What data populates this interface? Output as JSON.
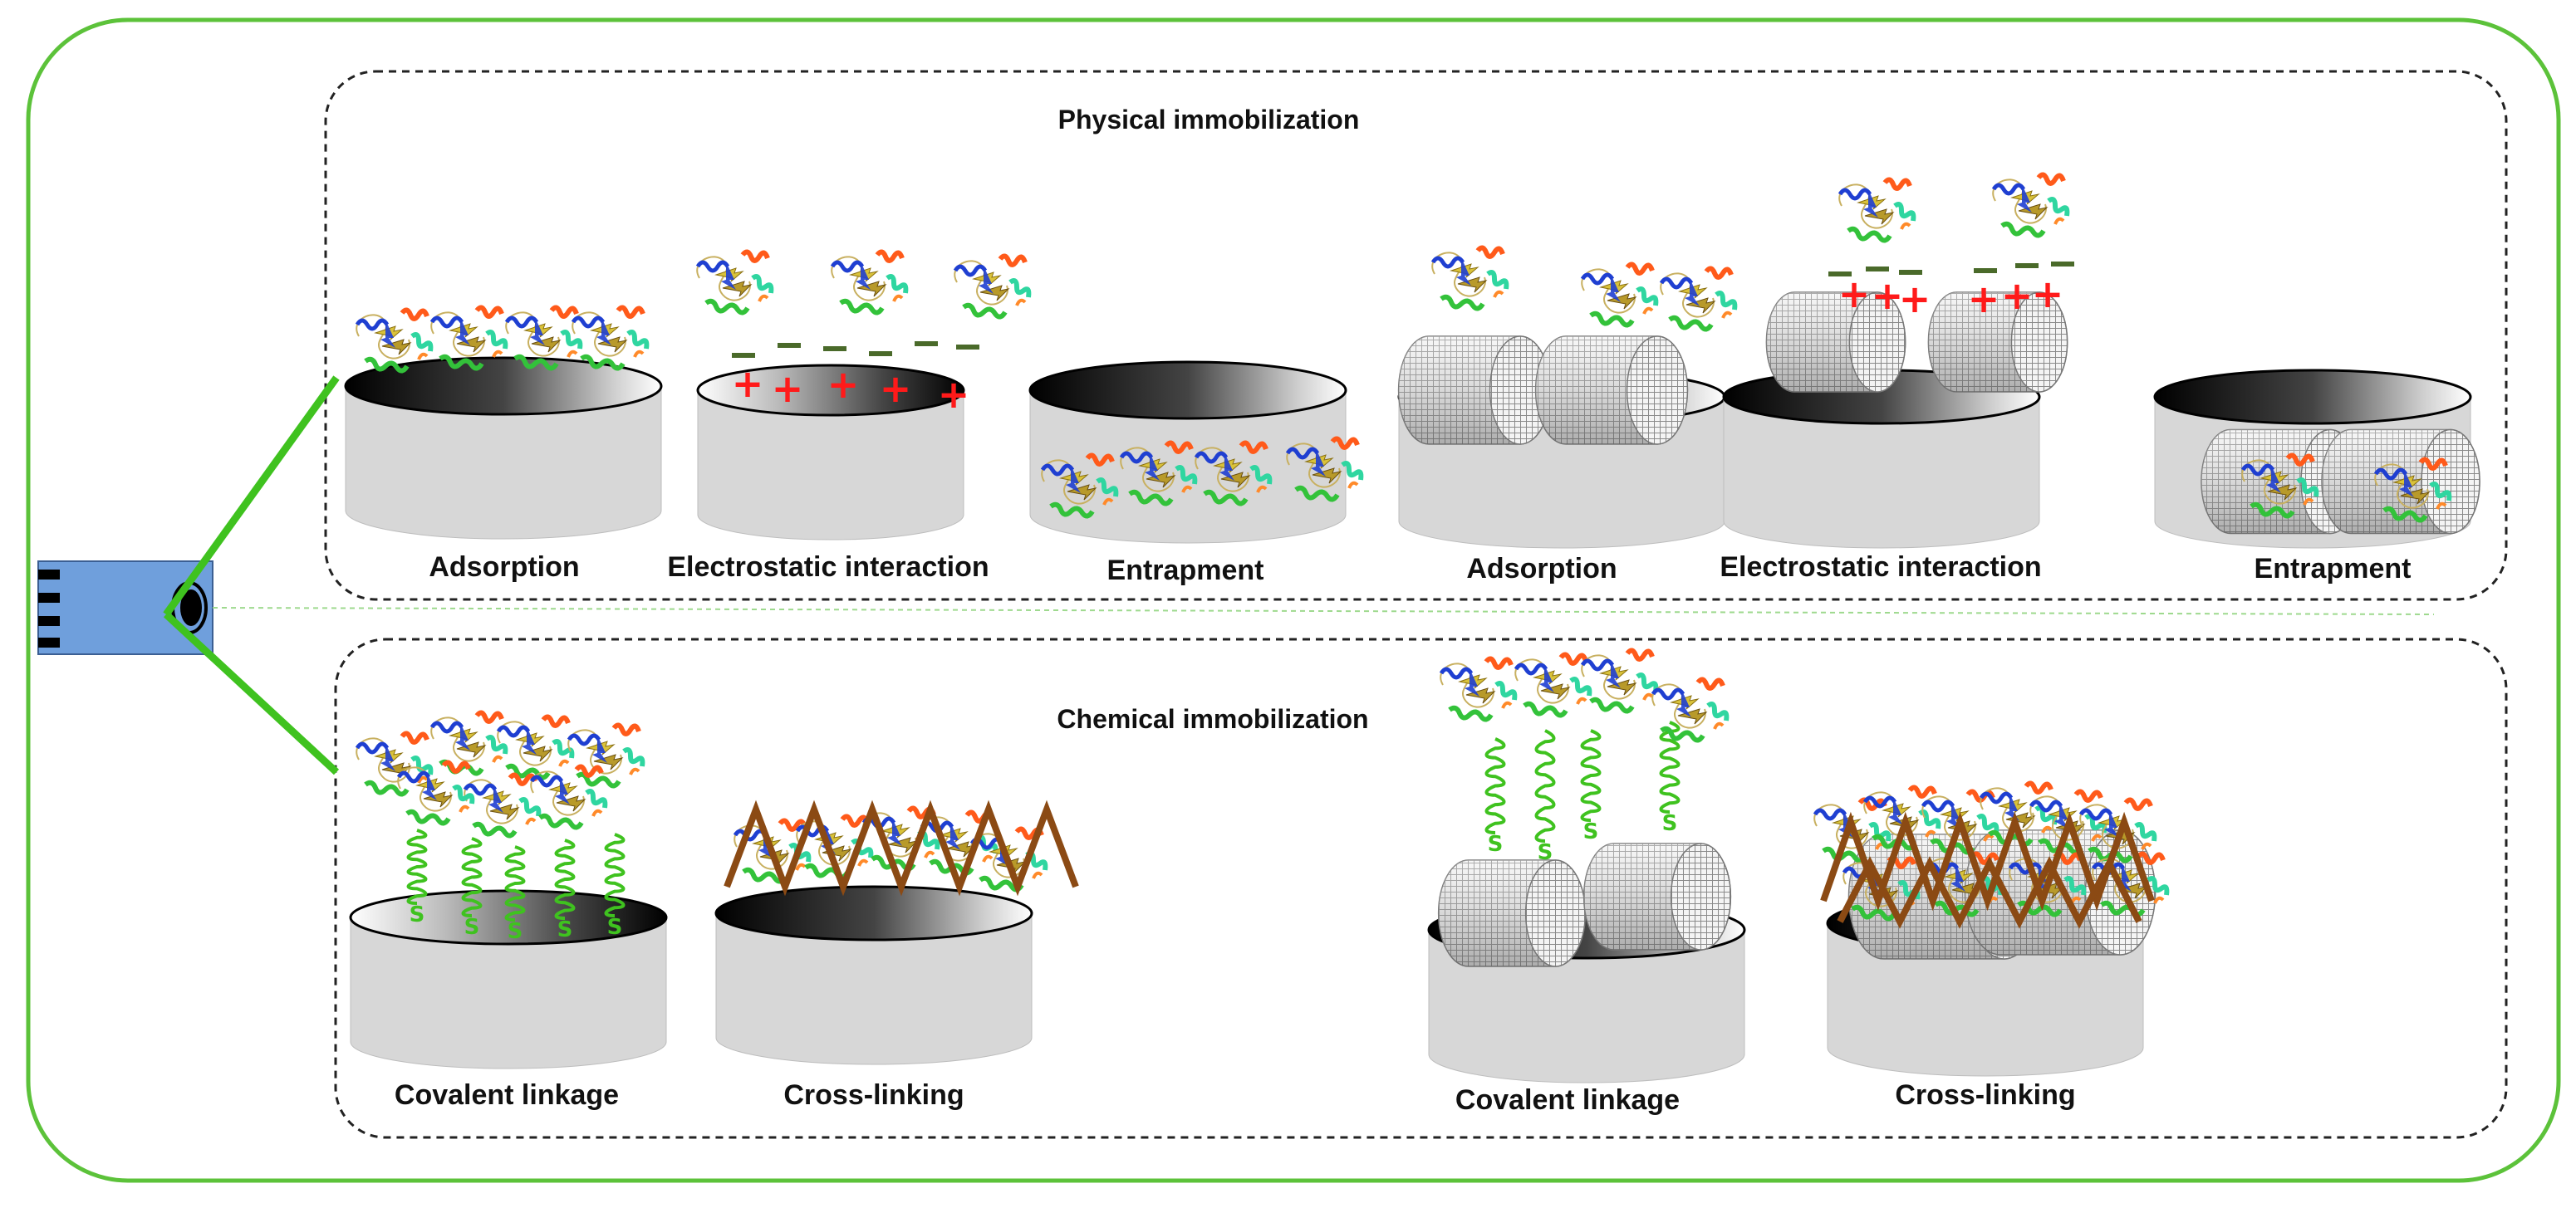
{
  "physical": {
    "title": "Physical immobilization",
    "labels": [
      "Adsorption",
      "Electrostatic interaction",
      "Entrapment",
      "Adsorption",
      "Electrostatic interaction",
      "Entrapment"
    ]
  },
  "chemical": {
    "title": "Chemical immobilization",
    "labels": [
      "Covalent linkage",
      "Cross-linking",
      "Covalent linkage",
      "Cross-linking"
    ]
  },
  "symbols": {
    "positive": "+",
    "negative": "−",
    "thiol": "S"
  },
  "colors": {
    "frame": "#5cc23a",
    "dashed_border": "#222222",
    "electrode": "#6f9fdc",
    "plus": "#ff1a1a",
    "minus": "#4a6a2a",
    "linker": "#3fc21f",
    "crosslinker": "#8b4a14",
    "support": "#d7d7d7"
  }
}
